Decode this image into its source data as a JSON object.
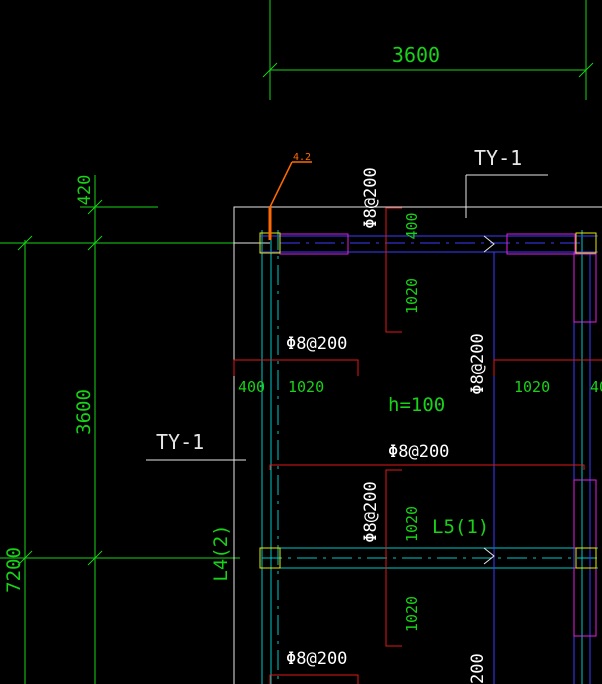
{
  "colors": {
    "background": "#000000",
    "dimension": "#18d218",
    "outline": "#e6e6e6",
    "beam": "#3c3cff",
    "axis": "#00c8c8",
    "rebar": "#e01818",
    "opening": "#e020e0",
    "column": "#e8e800",
    "leader": "#ff6a00",
    "text": "#ffffff"
  },
  "dimensions": {
    "top_span": "3600",
    "left_offset": "420",
    "left_span": "3600",
    "left_total": "7200"
  },
  "section_marks": {
    "top": "TY-1",
    "left": "TY-1"
  },
  "callouts": {
    "leader": "4.2"
  },
  "beams": {
    "l4": "L4(2)",
    "l5": "L5(1)"
  },
  "slab": {
    "thickness": "h=100"
  },
  "rebar_spec": "Φ8@200",
  "rebar_lengths": {
    "r400": "400",
    "r1020": "1020"
  }
}
